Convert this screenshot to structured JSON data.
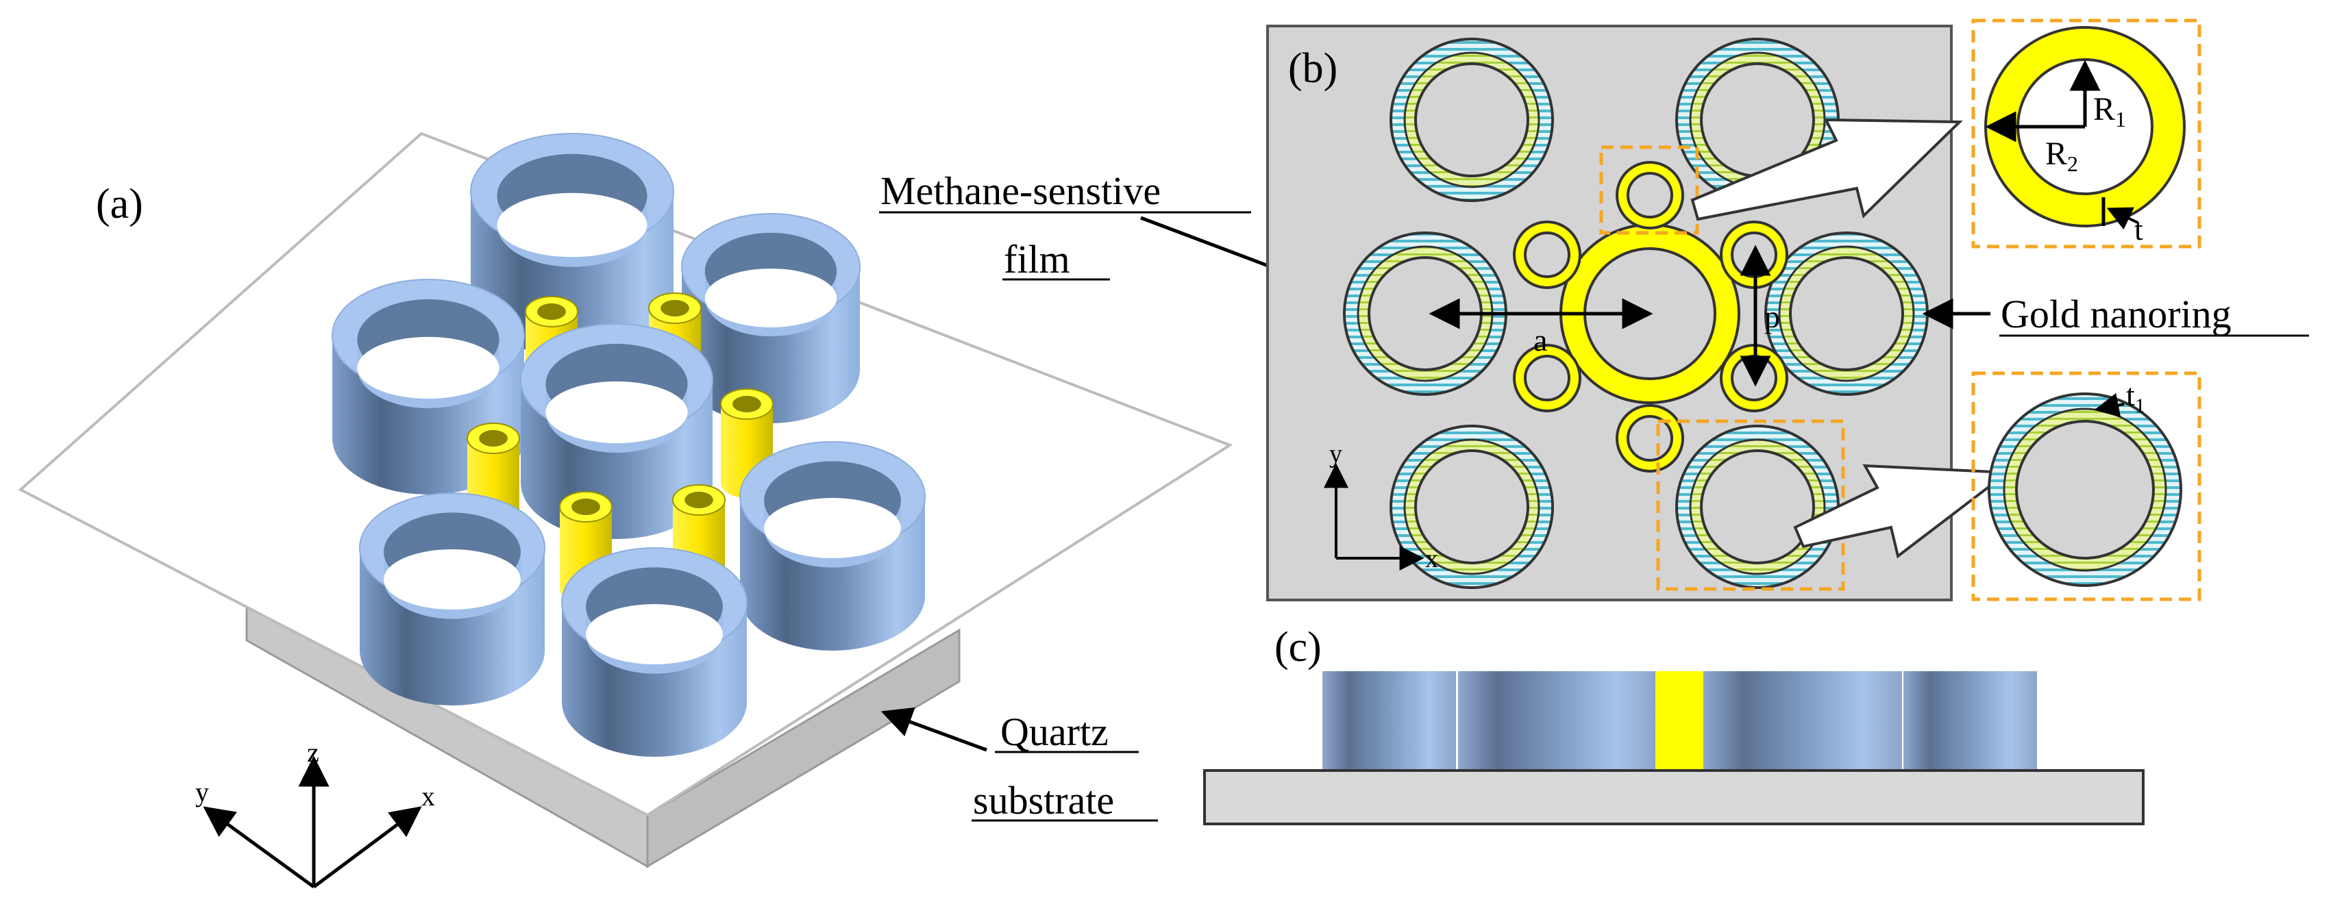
{
  "panels": {
    "a": {
      "label": "(a)"
    },
    "b": {
      "label": "(b)"
    },
    "c": {
      "label": "(c)"
    }
  },
  "labels": {
    "methane_film_line1": "Methane-senstive",
    "methane_film_line2": "film",
    "gold_nanoring": "Gold nanoring",
    "quartz_line1": "Quartz",
    "quartz_line2": "substrate"
  },
  "dimensions": {
    "a": "a",
    "p": "p",
    "R1": "R",
    "R1_sub": "1",
    "R2": "R",
    "R2_sub": "2",
    "t": "t",
    "t1": "t",
    "t1_sub": "1"
  },
  "axes": {
    "x": "x",
    "y": "y",
    "z": "z"
  },
  "colors": {
    "gold": "#ffff00",
    "gold_outline": "#3a3a00",
    "film_blue": "#9cc0ea",
    "film_dark": "#6b89b0",
    "film_stripe": "#5fc7d4",
    "film_inner": "#c8e64a",
    "substrate": "#d9d9d9",
    "panel_bg": "#d4d4d4",
    "highlight_box": "#f5a623"
  }
}
